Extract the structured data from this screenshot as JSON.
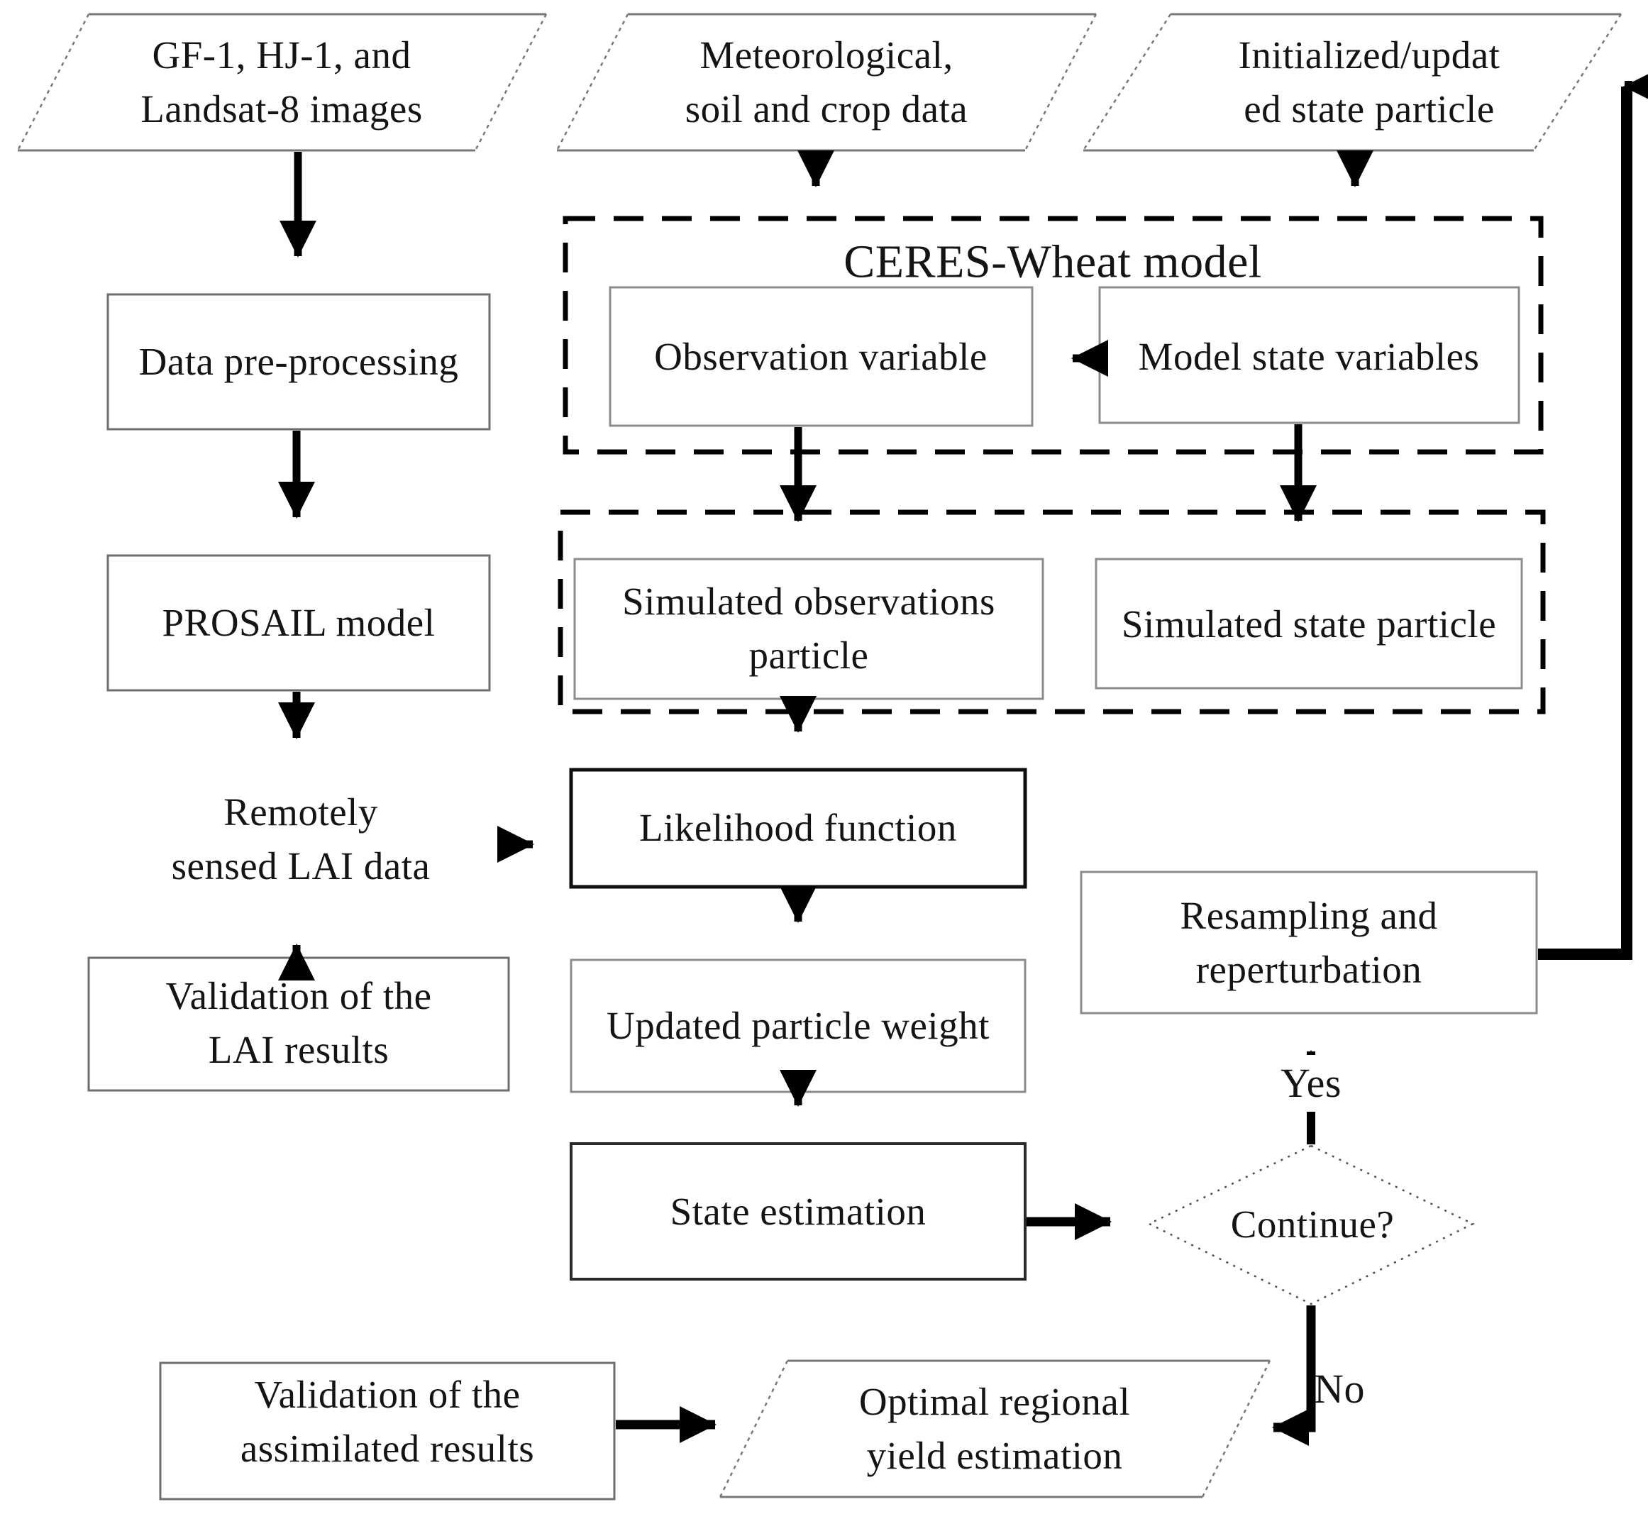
{
  "figure": {
    "background": "#ffffff",
    "ink": "#141414",
    "thin_border": "#6e6e6e",
    "light_border": "#8c8c8c",
    "dark_border": "#0f0f0f",
    "arrow_color": "#000000"
  },
  "nodes": {
    "source_images": {
      "label": "GF-1, HJ-1, and\nLandsat-8 images",
      "shape": "parallelogram"
    },
    "weather_soil_crop": {
      "label": "Meteorological,\nsoil and crop data",
      "shape": "parallelogram"
    },
    "initialized_state_particle": {
      "label": "Initialized/updat\ned state particle",
      "shape": "parallelogram"
    },
    "data_preprocessing": {
      "label": "Data pre-processing",
      "shape": "process"
    },
    "prosail_model": {
      "label": "PROSAIL model",
      "shape": "process"
    },
    "remotely_sensed_lai": {
      "label": "Remotely\nsensed LAI data",
      "shape": "parallelogram"
    },
    "validation_lai": {
      "label": "Validation of the\nLAI results",
      "shape": "process"
    },
    "ceres_wheat_model": {
      "label": "CERES-Wheat model",
      "shape": "dashed-container"
    },
    "observation_variable": {
      "label": "Observation variable",
      "shape": "process"
    },
    "model_state_variables": {
      "label": "Model state variables",
      "shape": "process"
    },
    "particle_container": {
      "label": "",
      "shape": "dashed-container"
    },
    "simulated_observations_particle": {
      "label": "Simulated observations\nparticle",
      "shape": "process"
    },
    "simulated_state_particle": {
      "label": "Simulated state particle",
      "shape": "process"
    },
    "likelihood_function": {
      "label": "Likelihood function",
      "shape": "process"
    },
    "updated_particle_weight": {
      "label": "Updated particle weight",
      "shape": "process"
    },
    "state_estimation": {
      "label": "State estimation",
      "shape": "process"
    },
    "continue_decision": {
      "label": "Continue?",
      "shape": "decision"
    },
    "resampling_reperturbation": {
      "label": "Resampling and\nreperturbation",
      "shape": "process"
    },
    "validation_assimilated": {
      "label": "Validation of the\nassimilated results",
      "shape": "process"
    },
    "optimal_yield": {
      "label": "Optimal regional\nyield estimation",
      "shape": "parallelogram"
    }
  },
  "edge_labels": {
    "yes": "Yes",
    "no": "No"
  }
}
